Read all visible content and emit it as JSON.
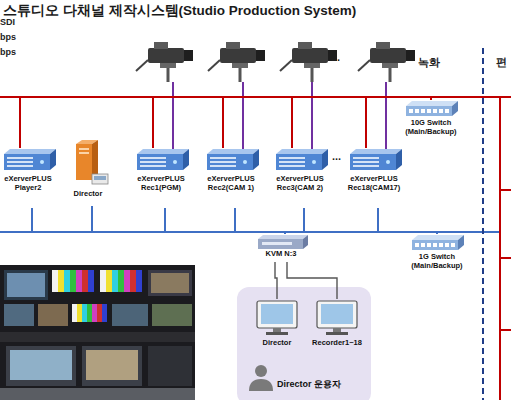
{
  "diagram": {
    "title": "스튜디오 다채널 제작시스템(Studio Production System)",
    "nodes": [
      {
        "text": [
          "eXerverPLUS Player2"
        ]
      },
      {
        "text": [
          "Director"
        ]
      },
      {
        "text": [
          "eXerverPLUS Rec1(PGM)"
        ]
      },
      {
        "text": [
          "eXerverPLUS Rec2(CAM 1)"
        ]
      },
      {
        "text": [
          "eXerverPLUS Rec3(CAM 2)"
        ]
      },
      {
        "text": [
          "eXerverPLUS Rec18(CAM17)"
        ]
      },
      {
        "text": [
          "10G Switch (Main/Backup)"
        ]
      },
      {
        "text": [
          "KVM N:3"
        ]
      },
      {
        "text": [
          "1G Switch (Main/Backup)"
        ]
      },
      {
        "text": [
          "Director 운용자"
        ]
      },
      {
        "text": [
          "Director"
        ],
        "in": 9
      },
      {
        "text": [
          "Recorder1~18"
        ],
        "in": 9
      }
    ],
    "edges": [
      {
        "from": 0,
        "to": 6,
        "arrow": "none"
      },
      {
        "from": 2,
        "to": 6,
        "arrow": "none"
      },
      {
        "from": 3,
        "to": 6,
        "arrow": "none"
      },
      {
        "from": 4,
        "to": 6,
        "arrow": "none"
      },
      {
        "from": 5,
        "to": 6,
        "arrow": "none"
      },
      {
        "from": 0,
        "to": 8,
        "arrow": "none"
      },
      {
        "from": 1,
        "to": 8,
        "arrow": "none"
      },
      {
        "from": 2,
        "to": 8,
        "arrow": "none"
      },
      {
        "from": 3,
        "to": 8,
        "arrow": "none"
      },
      {
        "from": 4,
        "to": 8,
        "arrow": "none"
      },
      {
        "from": 5,
        "to": 8,
        "arrow": "none"
      },
      {
        "from": 7,
        "to": 8,
        "arrow": "none"
      },
      {
        "from": 7,
        "to": 10,
        "arrow": "none"
      },
      {
        "from": 7,
        "to": 11,
        "arrow": "none"
      }
    ],
    "labels": [
      "SDI",
      "bps",
      "bps",
      "녹화",
      "편",
      "...",
      "..."
    ]
  }
}
